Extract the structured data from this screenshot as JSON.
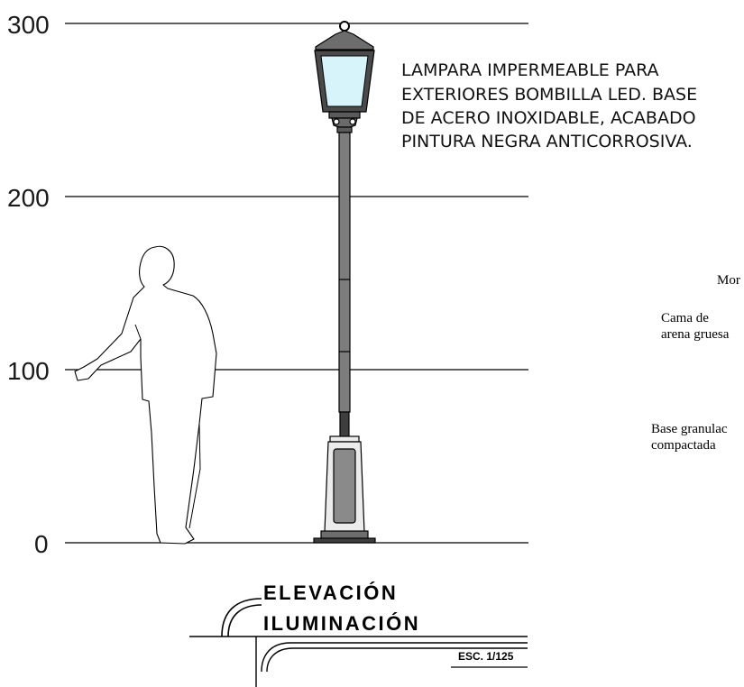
{
  "scale": {
    "ticks": [
      {
        "value": 300,
        "label": "300"
      },
      {
        "value": 200,
        "label": "200"
      },
      {
        "value": 100,
        "label": "100"
      },
      {
        "value": 0,
        "label": "0"
      }
    ]
  },
  "description": {
    "lines": [
      "LAMPARA IMPERMEABLE PARA",
      "EXTERIORES BOMBILLA LED. BASE",
      "DE ACERO INOXIDABLE, ACABADO",
      "PINTURA NEGRA ANTICORROSIVA."
    ]
  },
  "side_notes": {
    "mon": "Mor",
    "cama_1": "Cama de",
    "cama_2": "arena gruesa",
    "base_1": "Base granulac",
    "base_2": "compactada"
  },
  "title_block": {
    "line1": "ELEVACIÓN",
    "line2": "ILUMINACIÓN",
    "scale": "ESC. 1/125"
  },
  "colors": {
    "line": "#000000",
    "pole": "#7d7d7d",
    "pole_dark": "#3e3e3e",
    "glass": "#d8f4fb",
    "base_light": "#ececec",
    "base_panel": "#8a8a8a"
  }
}
